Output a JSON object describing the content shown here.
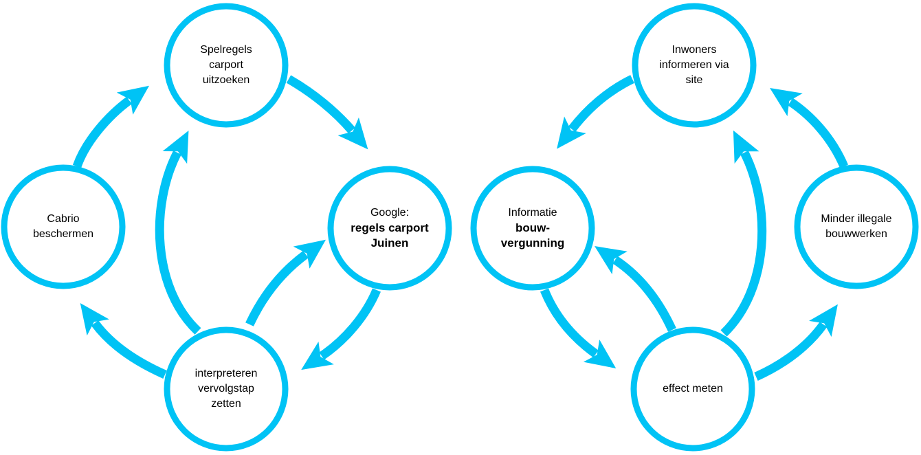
{
  "colors": {
    "accent": "#00C3F5",
    "text": "#000000",
    "background": "#FFFFFF"
  },
  "left_cycle": {
    "spelregels": {
      "line1": "Spelregels",
      "line2": "carport",
      "line3": "uitzoeken"
    },
    "google": {
      "line1": "Google:",
      "line2": "regels carport",
      "line3": "Juinen"
    },
    "interpreteren": {
      "line1": "interpreteren",
      "line2": "vervolgstap",
      "line3": "zetten"
    },
    "cabrio": {
      "line1": "Cabrio",
      "line2": "beschermen"
    }
  },
  "right_cycle": {
    "inwoners": {
      "line1": "Inwoners",
      "line2": "informeren via",
      "line3": "site"
    },
    "informatie": {
      "line1": "Informatie",
      "line2": "bouw-",
      "line3": "vergunning"
    },
    "effect": {
      "line1": "effect meten"
    },
    "minder": {
      "line1": "Minder illegale",
      "line2": "bouwwerken"
    }
  }
}
